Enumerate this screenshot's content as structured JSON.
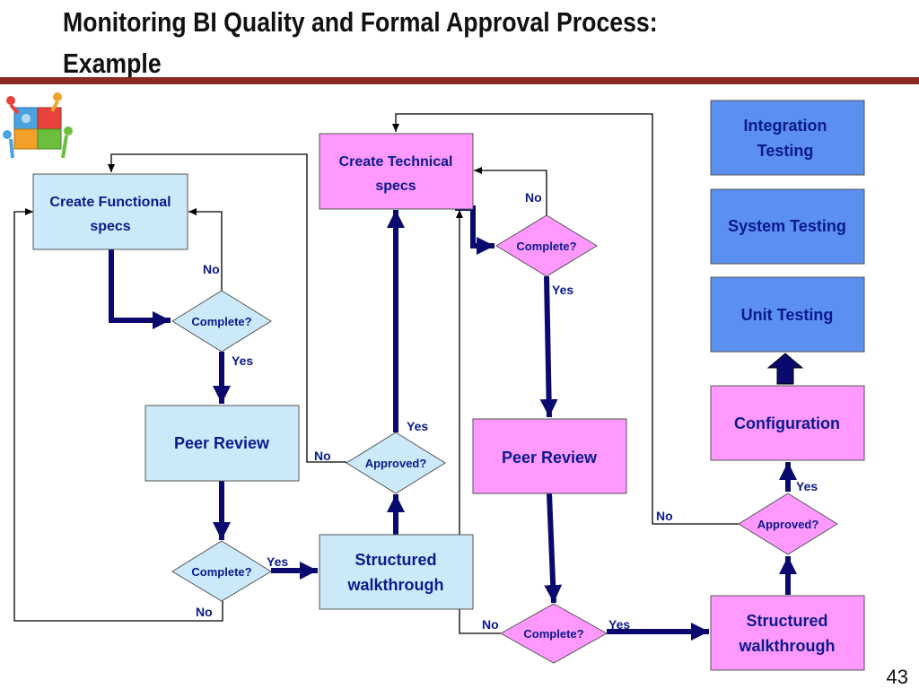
{
  "slide": {
    "title": "Monitoring BI Quality and Formal Approval Process:\nExample",
    "page_number": "43",
    "logo_icon": "puzzle-people-icon"
  },
  "colors": {
    "blue_box": "#cce9f9",
    "pink_box": "#ff99ff",
    "dark_blue_box": "#5b8ff0",
    "arrow": "#0a0a6e",
    "label": "#0a1a8c",
    "title_rule": "#8b2a22"
  },
  "nodes": {
    "func_specs": "Create Functional\nspecs",
    "func_complete": "Complete?",
    "func_peer_review": "Peer Review",
    "func_peer_complete": "Complete?",
    "tech_specs": "Create Technical\nspecs",
    "tech_complete": "Complete?",
    "tech_peer_review": "Peer Review",
    "tech_peer_complete": "Complete?",
    "walkthrough_1": "Structured\nwalkthrough",
    "approved_1": "Approved?",
    "walkthrough_2": "Structured\nwalkthrough",
    "approved_2": "Approved?",
    "configuration": "Configuration",
    "unit_testing": "Unit Testing",
    "system_testing": "System Testing",
    "integration_testing": "Integration\nTesting"
  },
  "labels": {
    "no_func": "No",
    "yes_func": "Yes",
    "yes_peer1": "Yes",
    "no_peer1": "No",
    "no_tech": "No",
    "yes_tech": "Yes",
    "yes_appr1": "Yes",
    "no_appr1": "No",
    "no_peer2": "No",
    "yes_peer2": "Yes",
    "no_appr2": "No",
    "yes_appr2": "Yes"
  }
}
